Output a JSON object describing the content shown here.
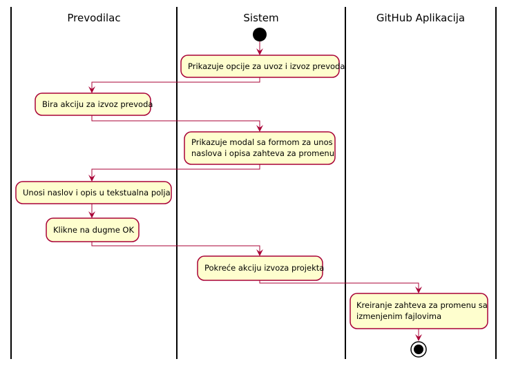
{
  "swimlanes": [
    {
      "title": "Prevodilac"
    },
    {
      "title": "Sistem"
    },
    {
      "title": "GitHub Aplikacija"
    }
  ],
  "activities": [
    {
      "lines": [
        "Prikazuje opcije za uvoz i izvoz prevoda"
      ]
    },
    {
      "lines": [
        "Bira akciju za izvoz prevoda"
      ]
    },
    {
      "lines": [
        "Prikazuje modal sa formom za unos",
        "naslova i opisa zahteva za promenu"
      ]
    },
    {
      "lines": [
        "Unosi naslov i opis u tekstualna polja"
      ]
    },
    {
      "lines": [
        "Klikne na dugme OK"
      ]
    },
    {
      "lines": [
        "Pokreće akciju izvoza projekta"
      ]
    },
    {
      "lines": [
        "Kreiranje zahteva za promenu sa",
        "izmenjenim fajlovima"
      ]
    }
  ],
  "colors": {
    "activity_fill": "#FEFECE",
    "activity_border": "#A80036",
    "arrow": "#A80036",
    "node": "#000000"
  }
}
